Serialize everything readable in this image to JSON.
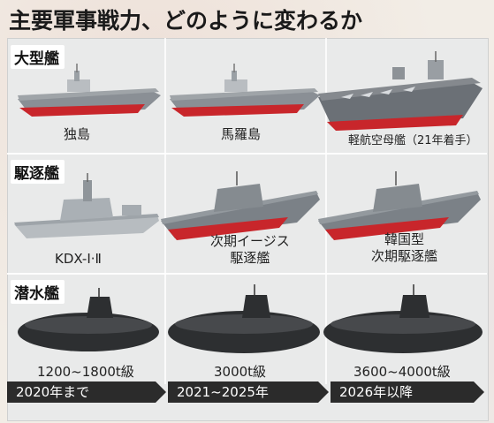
{
  "title": "主要軍事戦力、どのように変わるか",
  "rows": {
    "carrier": {
      "label": "大型艦",
      "items": [
        "独島",
        "馬羅島",
        "軽航空母艦（21年着手）"
      ]
    },
    "destroyer": {
      "label": "駆逐艦",
      "items": [
        "KDX-Ⅰ·Ⅱ",
        "次期イージス",
        "駆逐艦",
        "韓国型",
        "次期駆逐艦"
      ]
    },
    "submarine": {
      "label": "潜水艦",
      "items": [
        "1200~1800t級",
        "3000t級",
        "3600~4000t級"
      ]
    }
  },
  "periods": [
    "2020年まで",
    "2021~2025年",
    "2026年以降"
  ]
}
